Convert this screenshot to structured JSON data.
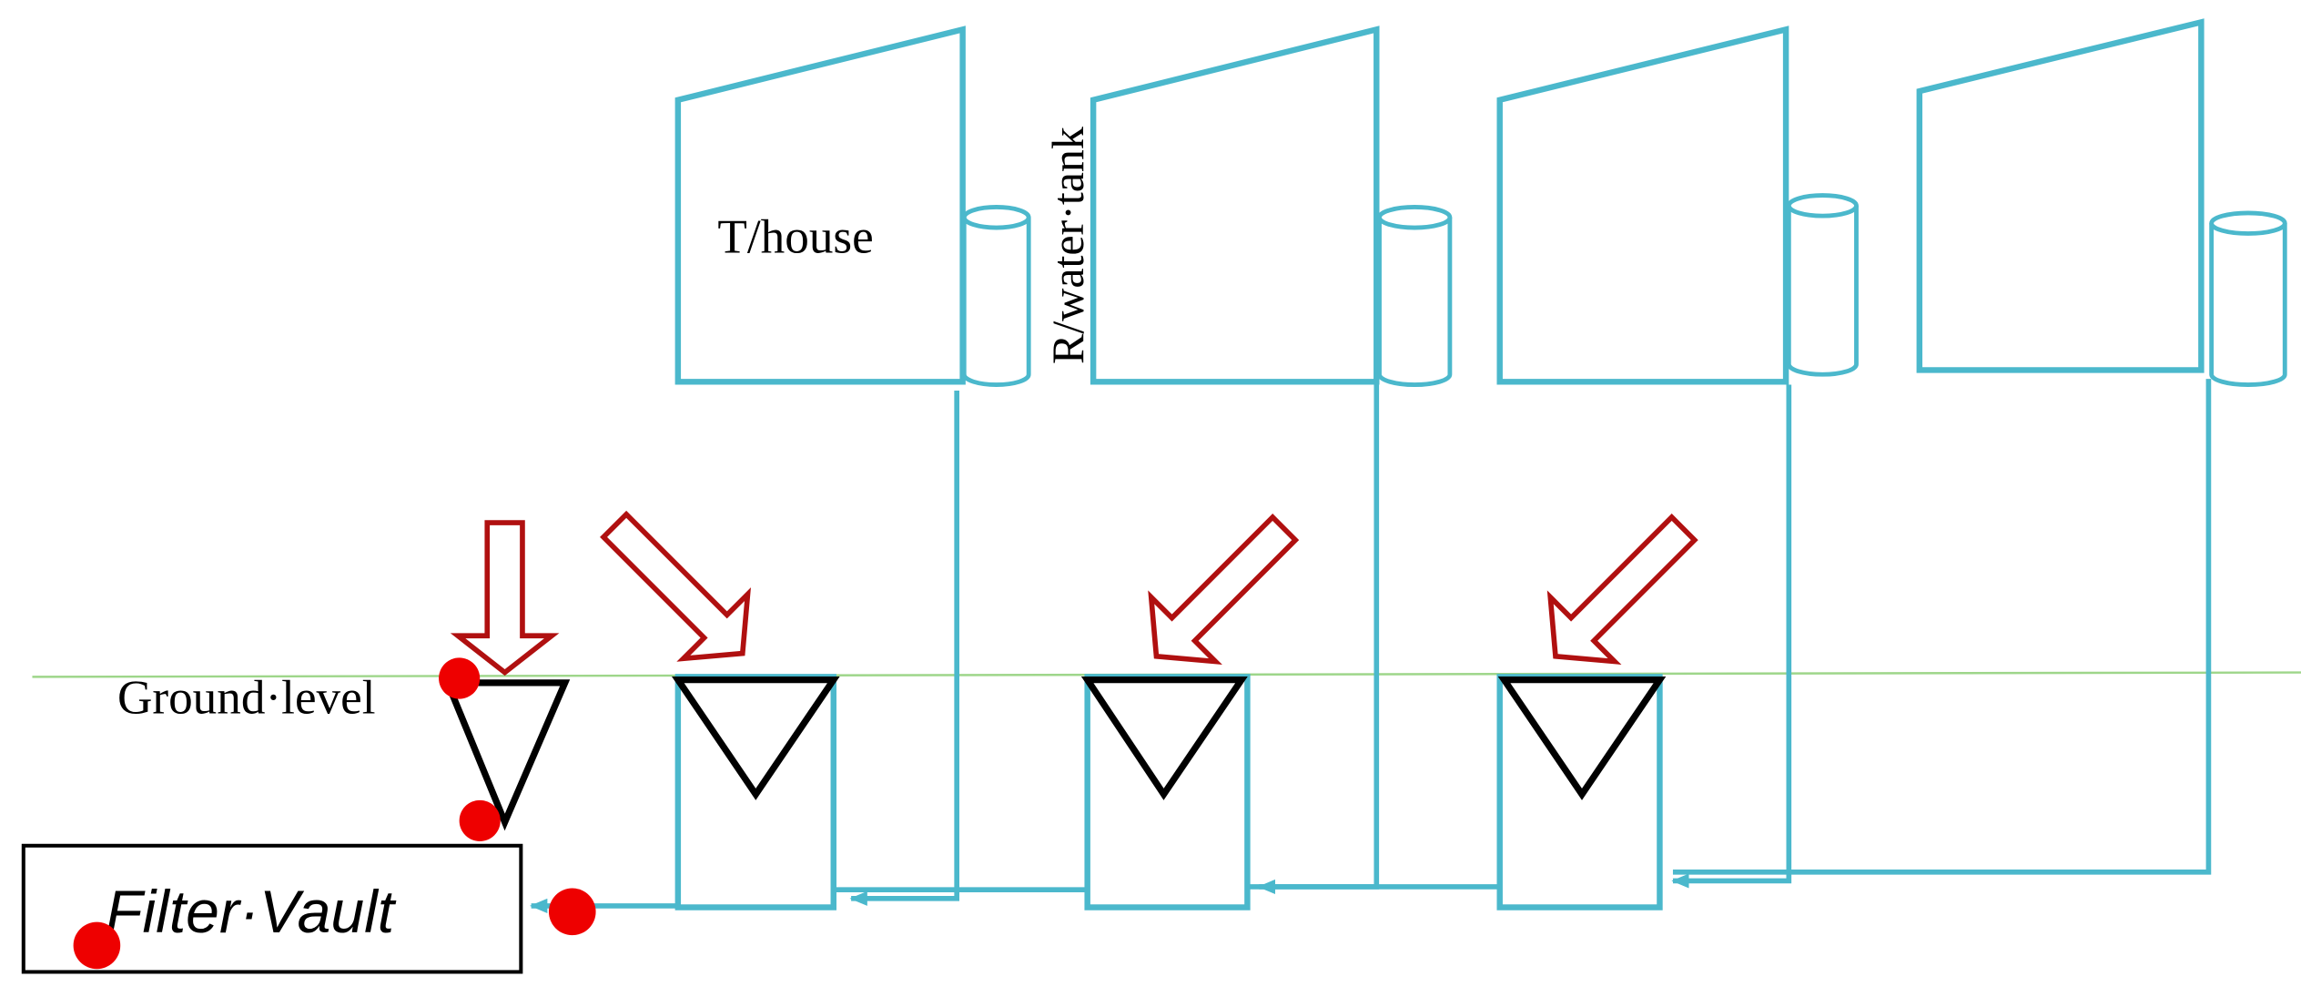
{
  "labels": {
    "house": "T/house",
    "tank": "R/water·tank",
    "ground": "Ground·level",
    "vault": "Filter·Vault"
  },
  "colors": {
    "pipe": "#4bb8cc",
    "arrow": "#b01010",
    "ground_line": "#9ed68a",
    "marker": "#ee0000",
    "outline": "#000000"
  },
  "icons": {
    "house": "house-outline-icon",
    "tank": "cylinder-tank-icon",
    "inlet": "inverted-triangle-icon",
    "flow": "hollow-arrow-icon",
    "marker": "red-dot-icon"
  }
}
